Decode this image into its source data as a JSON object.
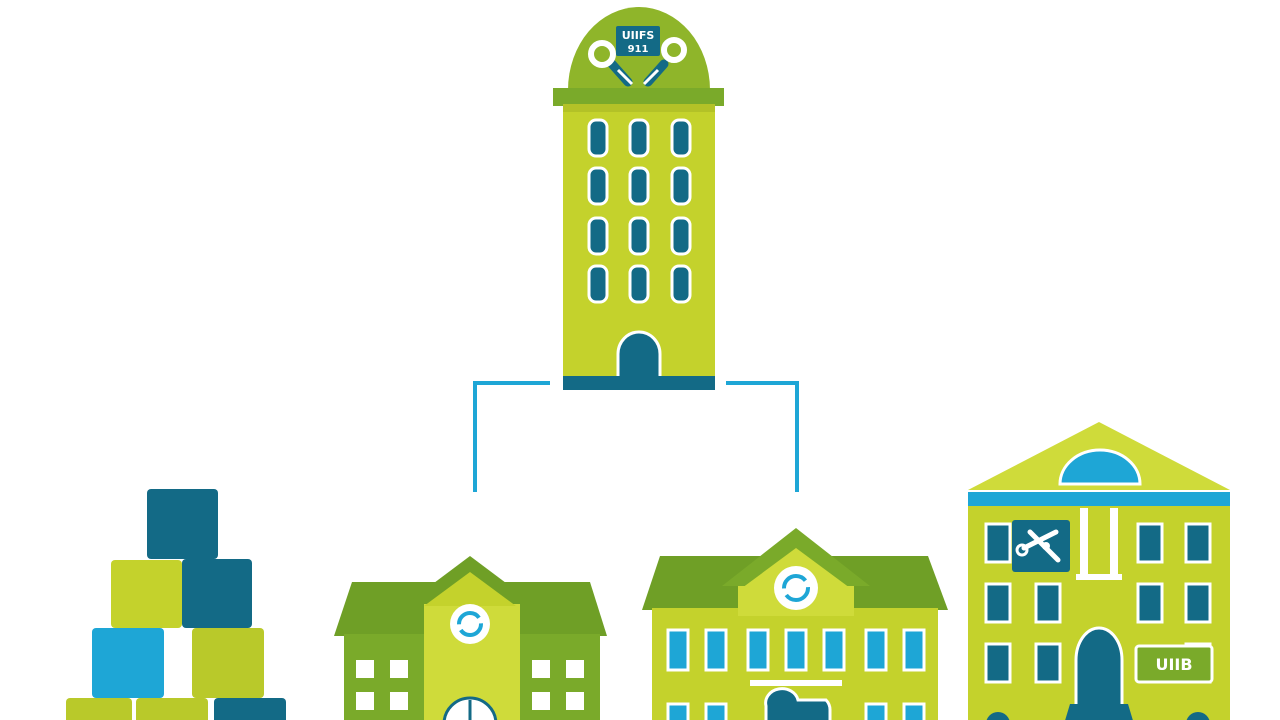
{
  "scene": {
    "tower_sign_line1": "UIIFS",
    "tower_sign_line2": "911",
    "library_plaque": "UIIB"
  },
  "colors": {
    "lime": "#c4d22c",
    "lime_light": "#cfdb3a",
    "leaf_green": "#7aaa2a",
    "roof_green": "#6f9f26",
    "teal": "#136a86",
    "sky_blue": "#1ea6d6",
    "connector": "#1ea6d6",
    "white": "#ffffff"
  },
  "icons": [
    "wrench-icon",
    "recycle-icon",
    "tools-icon"
  ]
}
